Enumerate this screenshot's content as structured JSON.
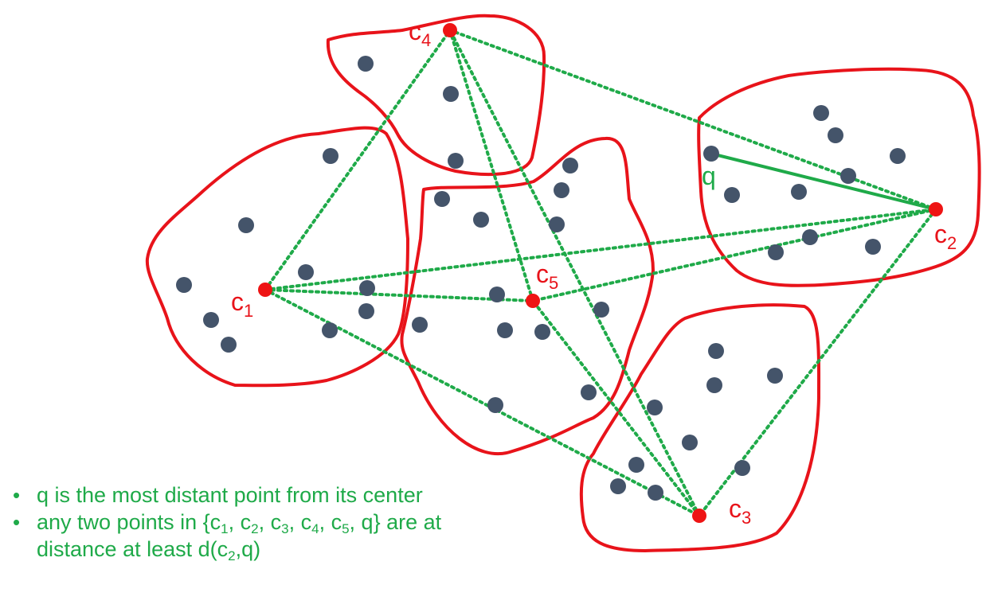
{
  "colors": {
    "cluster_border": "#e8131a",
    "center": "#ee1414",
    "point": "#44546a",
    "distance_line": "#1faa49",
    "bullet_text": "#1faa49",
    "center_label": "#e8131a"
  },
  "labels": {
    "c1": {
      "base": "c",
      "sub": "1"
    },
    "c2": {
      "base": "c",
      "sub": "2"
    },
    "c3": {
      "base": "c",
      "sub": "3"
    },
    "c4": {
      "base": "c",
      "sub": "4"
    },
    "c5": {
      "base": "c",
      "sub": "5"
    },
    "q": "q"
  },
  "bullets": {
    "b1": "q is the most distant point from its center",
    "b2": {
      "t1": "any two points in {c",
      "s1": "1",
      "t2": ", c",
      "s2": "2",
      "t3": ", c",
      "s3": "3",
      "t4": ", c",
      "s4": "4",
      "t5": ", c",
      "s5": "5",
      "t6": ", q} are at"
    },
    "b3": {
      "t1": "distance at least d(c",
      "s1": "2",
      "t2": ",q)"
    }
  }
}
